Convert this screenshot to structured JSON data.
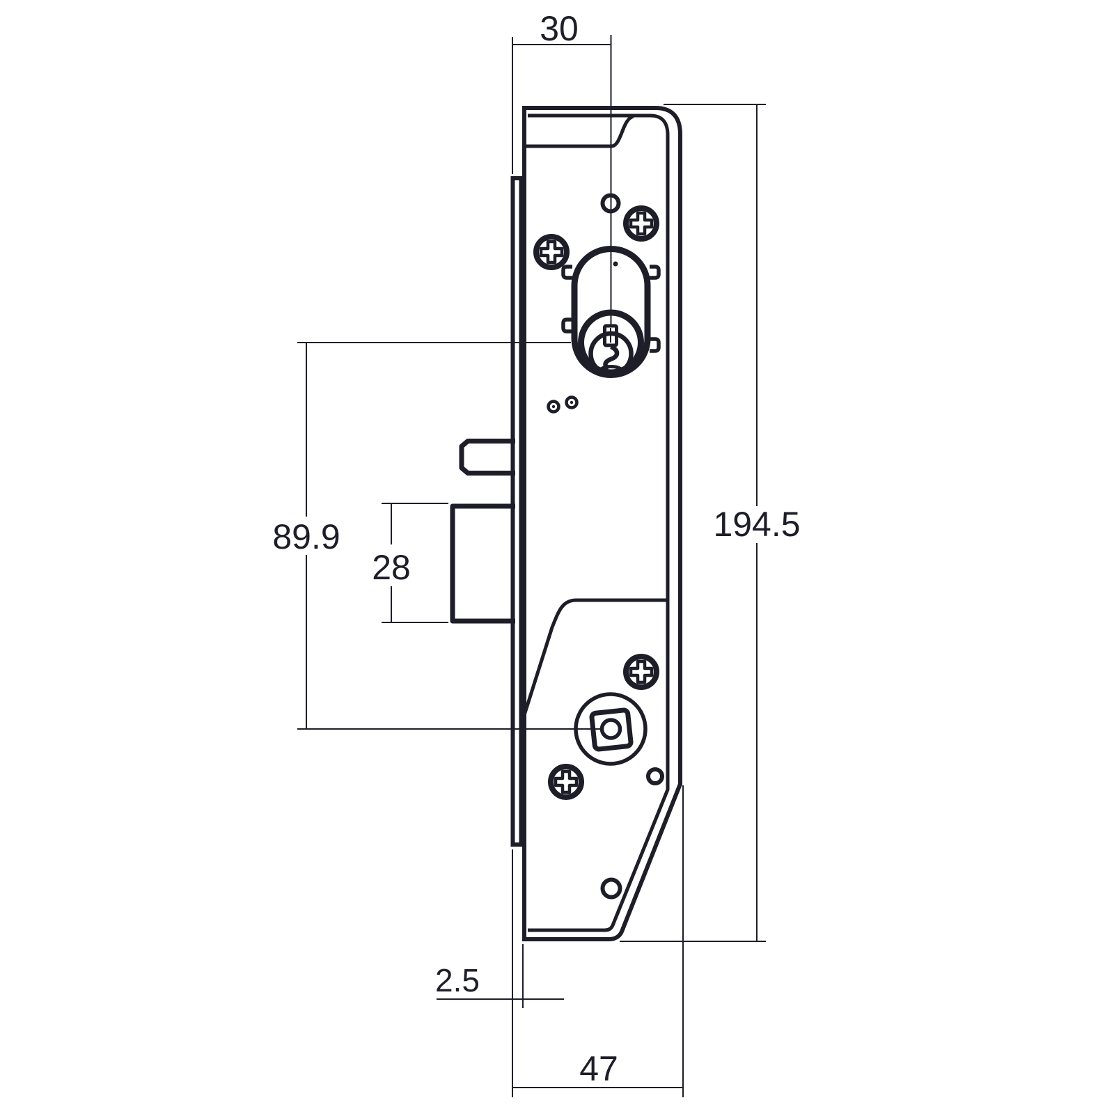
{
  "drawing": {
    "type": "technical-dimension-drawing",
    "subject": "mortise-lock-side-view",
    "line_color": "#1e1e29",
    "background_color": "#ffffff",
    "dimensions": {
      "backset": {
        "label": "30"
      },
      "case_height": {
        "label": "194.5"
      },
      "cylinder_to_spindle": {
        "label": "89.9"
      },
      "bolt_height": {
        "label": "28"
      },
      "faceplate_thickness": {
        "label": "2.5"
      },
      "case_depth": {
        "label": "47"
      }
    },
    "parts": [
      "faceplate",
      "lock-case",
      "cover-plate",
      "euro-cylinder-profile",
      "key-plug",
      "deadlatch-snib",
      "main-bolt",
      "spindle-hub",
      "phillips-screws",
      "rivets"
    ]
  }
}
